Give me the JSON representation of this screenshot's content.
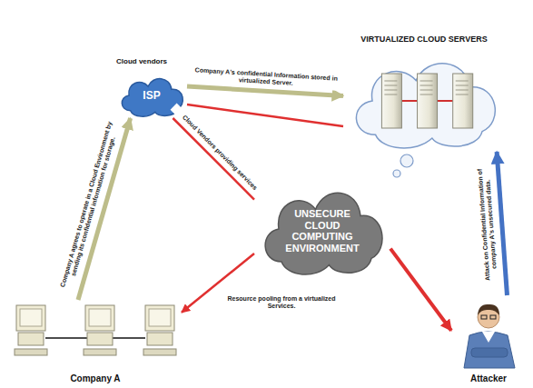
{
  "diagram": {
    "nodes": [
      {
        "text": [
          "Cloud vendors",
          "ISP"
        ]
      },
      {
        "text": [
          "VIRTUALIZED CLOUD SERVERS"
        ]
      },
      {
        "text": [
          "UNSECURE CLOUD COMPUTING ENVIRONMENT"
        ]
      },
      {
        "text": [
          "Company A"
        ]
      },
      {
        "text": [
          "Attacker"
        ]
      }
    ],
    "edges": [
      {
        "from": 3,
        "to": 0,
        "arrow": "to",
        "label": "Company A agrees to operate in a Cloud Environment by sending its confidential information for storage."
      },
      {
        "from": 0,
        "to": 1,
        "arrow": "to",
        "label": "Company A's confidential Information stored in virtualized Server."
      },
      {
        "from": 0,
        "to": 1,
        "arrow": "none"
      },
      {
        "from": 0,
        "to": 2,
        "arrow": "none",
        "label": "Cloud Vendors providing services"
      },
      {
        "from": 2,
        "to": 3,
        "arrow": "to",
        "label": "Resource pooling from a virtualized Services."
      },
      {
        "from": 2,
        "to": 4,
        "arrow": "to"
      },
      {
        "from": 4,
        "to": 1,
        "arrow": "to",
        "label": "Attack on Confidential Information of company A's unsecured data."
      }
    ]
  }
}
